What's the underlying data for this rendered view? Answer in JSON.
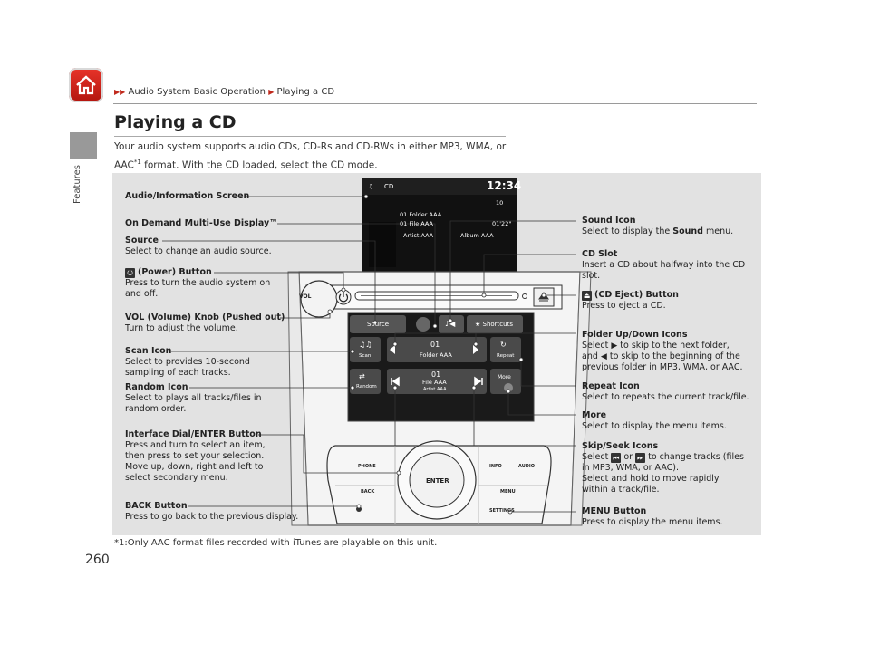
{
  "breadcrumb": {
    "part1": "Audio System Basic Operation",
    "part2": "Playing a CD"
  },
  "side_label": "Features",
  "page_number": "260",
  "title": "Playing a CD",
  "intro": {
    "text_a": "Your audio system supports audio CDs, CD-Rs and CD-RWs in either MP3, WMA, or AAC",
    "sup": "*1",
    "text_b": " format. With the CD loaded, select the CD mode."
  },
  "footnote": "*1:Only AAC format files recorded with iTunes are playable on this unit.",
  "left_labels": {
    "audio_screen": "Audio/Information Screen",
    "odmd": "On Demand Multi-Use Display™",
    "source_t": "Source",
    "source_d": "Select to change an audio source.",
    "power_t": "(Power) Button",
    "power_d": "Press to turn the audio system on and off.",
    "vol_t": "VOL (Volume) Knob (Pushed out)",
    "vol_d": "Turn to adjust the volume.",
    "scan_t": "Scan Icon",
    "scan_d": "Select to provides 10-second sampling of each tracks.",
    "random_t": "Random Icon",
    "random_d": "Select to plays all tracks/files in random order.",
    "dial_t": "Interface Dial/ENTER Button",
    "dial_d1": "Press and turn to select an item, then press to set your selection.",
    "dial_d2": "Move up, down, right and left to select secondary menu.",
    "back_t": "BACK Button",
    "back_d": "Press to go back to the previous display."
  },
  "right_labels": {
    "sound_t": "Sound Icon",
    "sound_d_a": "Select to display the ",
    "sound_d_b": "Sound",
    "sound_d_c": " menu.",
    "slot_t": "CD Slot",
    "slot_d": "Insert a CD about halfway into the CD slot.",
    "eject_t": "(CD Eject) Button",
    "eject_d": "Press to eject a CD.",
    "folder_t": "Folder Up/Down Icons",
    "folder_d1": "Select",
    "folder_d2": "to skip to the next folder,",
    "folder_d3": "and",
    "folder_d4": "to skip to the beginning of the",
    "folder_d5": "previous folder in MP3, WMA, or AAC.",
    "repeat_t": "Repeat Icon",
    "repeat_d": "Select to repeats the current track/file.",
    "more_t": "More",
    "more_d": "Select to display the menu items.",
    "skip_t": "Skip/Seek Icons",
    "skip_d1": "Select",
    "skip_d2": "or",
    "skip_d3": "to change tracks (files in MP3, WMA, or AAC).",
    "skip_d4": "Select and hold to move rapidly within a track/file.",
    "menu_t": "MENU Button",
    "menu_d": "Press to display the menu items."
  },
  "top_screen": {
    "mode": "CD",
    "clock": "12:34",
    "vol": "10",
    "row1": "01  Folder AAA",
    "row2": "01 File AAA",
    "time": "01'22\"",
    "artist": "Artist AAA",
    "album": "Album AAA"
  },
  "touch_screen": {
    "source": "Source",
    "shortcuts": "Shortcuts",
    "scan": "Scan",
    "folder_num": "01",
    "folder_name": "Folder AAA",
    "repeat": "Repeat",
    "random": "Random",
    "file_num": "01",
    "file_name": "File AAA",
    "artist": "Artist AAA",
    "more": "More"
  },
  "console": {
    "vol": "VOL",
    "phone": "PHONE",
    "info": "INFO",
    "audio": "AUDIO",
    "enter": "ENTER",
    "back": "BACK",
    "menu": "MENU",
    "settings": "SETTINGS"
  }
}
